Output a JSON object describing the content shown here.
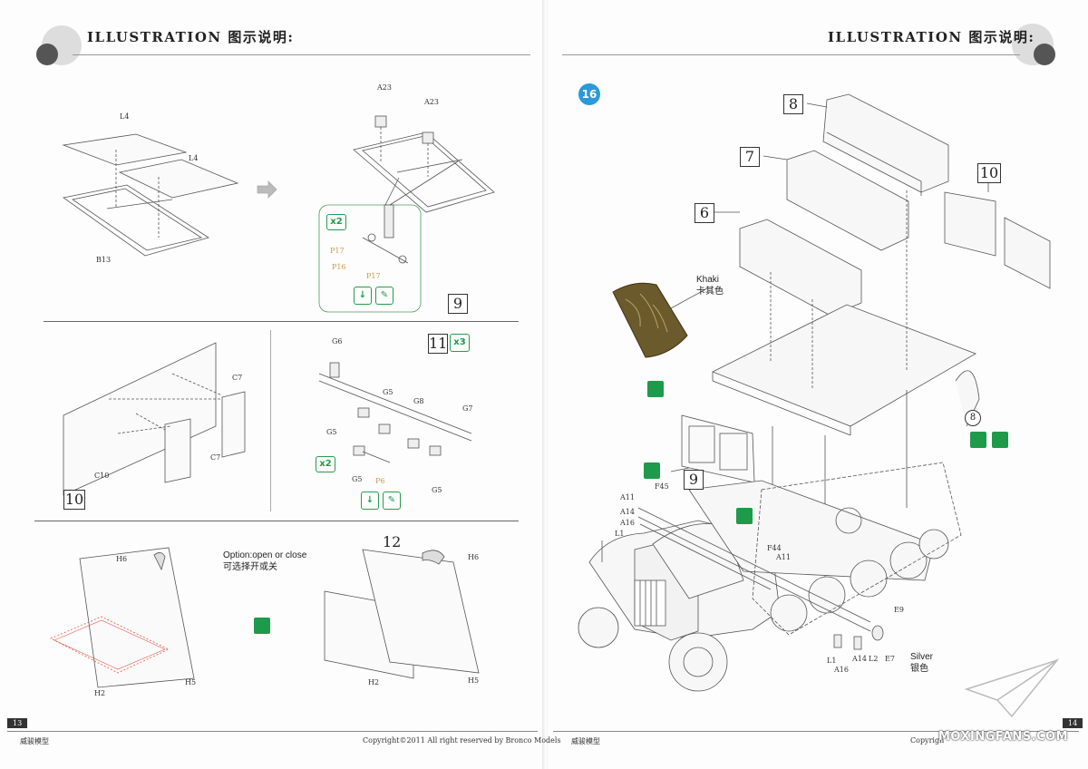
{
  "left": {
    "header": "ILLUSTRATION 图示说明:",
    "page_number": "13",
    "footer_brand": "威骏模型",
    "footer_copyright": "Copyright©2011  All right reserved by Bronco Models",
    "step9": {
      "number": "9",
      "labels": {
        "l4a": "L4",
        "l4b": "L4",
        "b13": "B13",
        "a23a": "A23",
        "a23b": "A23",
        "p17a": "P17",
        "p16": "P16",
        "p17b": "P17"
      },
      "qty": "x2"
    },
    "step10": {
      "number": "10",
      "labels": {
        "c7a": "C7",
        "c7b": "C7",
        "c10": "C10"
      }
    },
    "step11": {
      "number": "11",
      "qty_box": "x3",
      "labels": {
        "g6": "G6",
        "g5a": "G5",
        "g8": "G8",
        "g7": "G7",
        "g5b": "G5",
        "g5c": "G5",
        "p6": "P6",
        "g5d": "G5"
      },
      "qty": "x2"
    },
    "step12": {
      "number": "12",
      "option_en": "Option:open or close",
      "option_cn": "可选择开或关",
      "labels": {
        "h6a": "H6",
        "h2a": "H2",
        "h5a": "H5",
        "h6b": "H6",
        "h2b": "H2",
        "h5b": "H5"
      }
    }
  },
  "right": {
    "header": "ILLUSTRATION 图示说明:",
    "page_number": "14",
    "footer_brand": "威骏模型",
    "footer_copyright": "Copyrigh",
    "step16": {
      "number": "16",
      "callouts": [
        "8",
        "7",
        "6",
        "10",
        "9"
      ],
      "circled": "8",
      "khaki_en": "Khaki",
      "khaki_cn": "卡其色",
      "silver_en": "Silver",
      "silver_cn": "银色",
      "labels": {
        "a11a": "A11",
        "f45": "F45",
        "a14a": "A14",
        "a16a": "A16",
        "l1a": "L1",
        "f44": "F44",
        "a11b": "A11",
        "e9": "E9",
        "l1b": "L1",
        "a16b": "A16",
        "a14b": "A14",
        "l2": "L2",
        "e7": "E7"
      }
    },
    "watermark": "MOXINGFANS.COM"
  }
}
